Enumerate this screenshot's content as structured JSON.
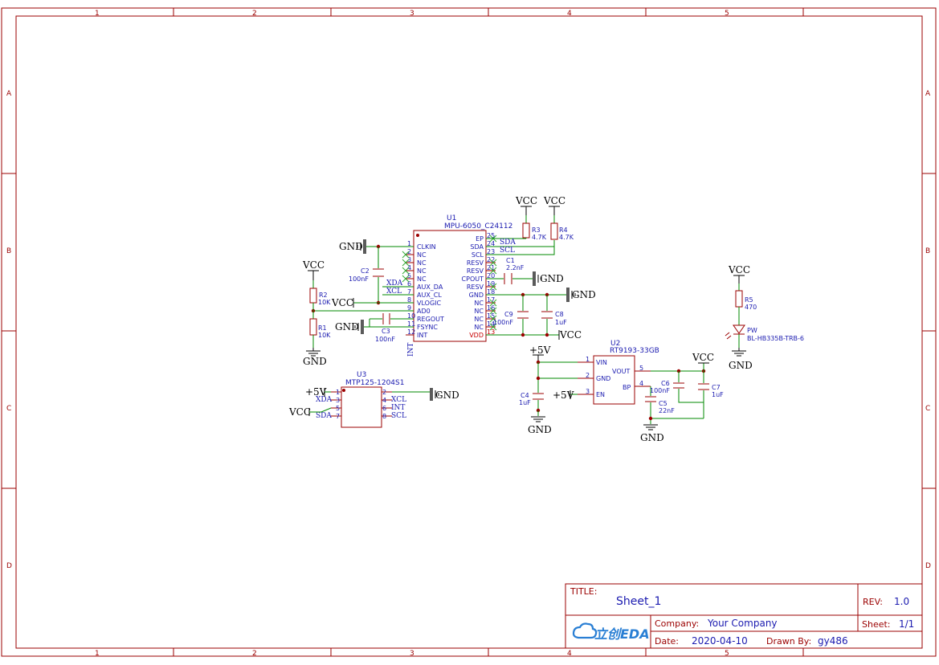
{
  "frame": {
    "columns": [
      "1",
      "2",
      "3",
      "4",
      "5"
    ],
    "rows": [
      "A",
      "B",
      "C",
      "D"
    ]
  },
  "title_block": {
    "title_label": "TITLE:",
    "title": "Sheet_1",
    "rev_label": "REV:",
    "rev": "1.0",
    "company_label": "Company:",
    "company": "Your Company",
    "sheet_label": "Sheet:",
    "sheet": "1/1",
    "date_label": "Date:",
    "date": "2020-04-10",
    "drawn_label": "Drawn By:",
    "drawn_by": "gy486",
    "logo": "立创EDA"
  },
  "u1": {
    "ref": "U1",
    "part": "MPU-6050_C24112",
    "left_pins": [
      {
        "num": "1",
        "name": "CLKIN"
      },
      {
        "num": "2",
        "name": "NC"
      },
      {
        "num": "3",
        "name": "NC"
      },
      {
        "num": "4",
        "name": "NC"
      },
      {
        "num": "5",
        "name": "NC"
      },
      {
        "num": "6",
        "name": "AUX_DA"
      },
      {
        "num": "7",
        "name": "AUX_CL"
      },
      {
        "num": "8",
        "name": "VLOGIC"
      },
      {
        "num": "9",
        "name": "AD0"
      },
      {
        "num": "10",
        "name": "REGOUT"
      },
      {
        "num": "11",
        "name": "FSYNC"
      },
      {
        "num": "12",
        "name": "INT"
      }
    ],
    "right_pins": [
      {
        "num": "25",
        "name": "EP"
      },
      {
        "num": "24",
        "name": "SDA"
      },
      {
        "num": "23",
        "name": "SCL"
      },
      {
        "num": "22",
        "name": "RESV"
      },
      {
        "num": "21",
        "name": "RESV"
      },
      {
        "num": "20",
        "name": "CPOUT"
      },
      {
        "num": "19",
        "name": "RESV"
      },
      {
        "num": "18",
        "name": "GND"
      },
      {
        "num": "17",
        "name": "NC"
      },
      {
        "num": "16",
        "name": "NC"
      },
      {
        "num": "15",
        "name": "NC"
      },
      {
        "num": "14",
        "name": "NC"
      },
      {
        "num": "13",
        "name": "VDD"
      }
    ]
  },
  "u2": {
    "ref": "U2",
    "part": "RT9193-33GB",
    "left_pins": [
      {
        "num": "1",
        "name": "VIN"
      },
      {
        "num": "2",
        "name": "GND"
      },
      {
        "num": "3",
        "name": "EN"
      }
    ],
    "right_pins": [
      {
        "num": "5",
        "name": "VOUT"
      },
      {
        "num": "4",
        "name": "BP"
      }
    ]
  },
  "u3": {
    "ref": "U3",
    "part": "MTP125-1204S1",
    "left_pins": [
      {
        "num": "1"
      },
      {
        "num": "3"
      },
      {
        "num": "5"
      },
      {
        "num": "7"
      }
    ],
    "right_pins": [
      {
        "num": "2"
      },
      {
        "num": "4"
      },
      {
        "num": "6"
      },
      {
        "num": "8"
      }
    ]
  },
  "components": {
    "r1": {
      "ref": "R1",
      "value": "10K"
    },
    "r2": {
      "ref": "R2",
      "value": "10K"
    },
    "r3": {
      "ref": "R3",
      "value": "4.7K"
    },
    "r4": {
      "ref": "R4",
      "value": "4.7K"
    },
    "r5": {
      "ref": "R5",
      "value": "470"
    },
    "c1": {
      "ref": "C1",
      "value": "2.2nF"
    },
    "c2": {
      "ref": "C2",
      "value": "100nF"
    },
    "c3": {
      "ref": "C3",
      "value": "100nF"
    },
    "c4": {
      "ref": "C4",
      "value": "1uF"
    },
    "c5": {
      "ref": "C5",
      "value": "22nF"
    },
    "c6": {
      "ref": "C6",
      "value": "100nF"
    },
    "c7": {
      "ref": "C7",
      "value": "1uF"
    },
    "c8": {
      "ref": "C8",
      "value": "1uF"
    },
    "c9": {
      "ref": "C9",
      "value": "100nF"
    },
    "led": {
      "ref": "PW",
      "value": "BL-HB335B-TRB-6"
    }
  },
  "nets": {
    "vcc": "VCC",
    "gnd": "GND",
    "p5v": "+5V",
    "sda": "SDA",
    "scl": "SCL",
    "xda": "XDA",
    "xcl": "XCL",
    "int": "INT"
  }
}
